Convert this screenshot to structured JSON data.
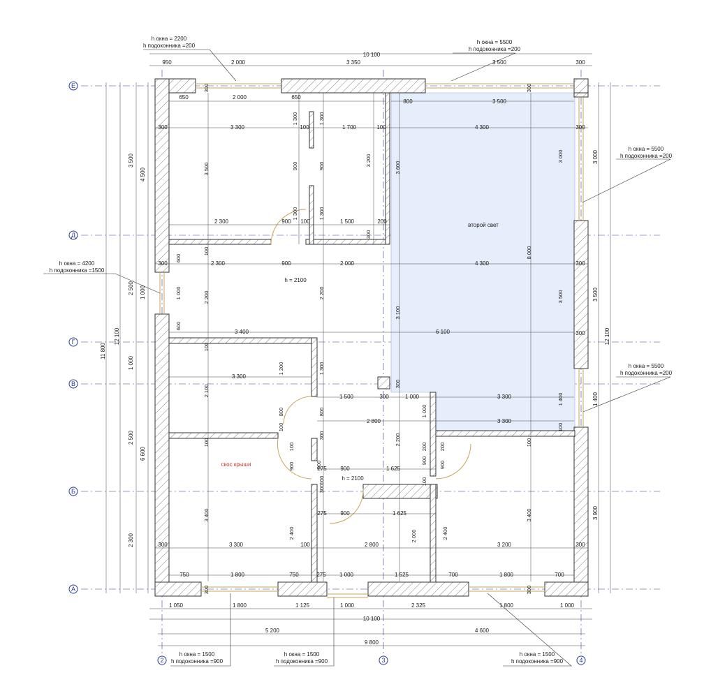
{
  "colors": {
    "wall_hatch": "#555555",
    "dimension": "#333333",
    "axis": "#2b3c9c",
    "window": "#c9a45c",
    "second_light_fill": "#e6eefb",
    "roof_slope_label": "#c0392b"
  },
  "axes": {
    "rows": [
      "Е",
      "Д",
      "Г",
      "В",
      "Б",
      "А"
    ],
    "cols": [
      "2",
      "3",
      "4"
    ]
  },
  "windows": {
    "top_left": {
      "h": "h окна = 2200",
      "sill": "h подоконника =200"
    },
    "top_right": {
      "h": "h окна = 5500",
      "sill": "h подоконника =200"
    },
    "right_upper": {
      "h": "h окна = 5500",
      "sill": "h подоконника =200"
    },
    "right_lower": {
      "h": "h окна = 5500",
      "sill": "h подоконника =200"
    },
    "left": {
      "h": "h окна = 4200",
      "sill": "h подоконника =1500"
    },
    "bottom_left": {
      "h": "h окна = 1500",
      "sill": "h подоконника =900"
    },
    "bottom_mid": {
      "h": "h окна = 1500",
      "sill": "h подоконника =900"
    },
    "bottom_right": {
      "h": "h окна = 1500",
      "sill": "h подоконника =900"
    }
  },
  "notes": {
    "second_light": "второй свет",
    "roof_slope": "скос крыши",
    "door_h_upper": "h = 2100",
    "door_h_lower": "h = 2100"
  },
  "dims_top": {
    "total": "10 100",
    "d950": "950",
    "d2000": "2 000",
    "d3350": "3 350",
    "d3500": "3 500",
    "d300": "300"
  },
  "dims_bottom": {
    "d1050": "1 050",
    "d1800a": "1 800",
    "d1125": "1 125",
    "d1000a": "1 000",
    "d2325": "2 325",
    "d1800b": "1 800",
    "d1000b": "1 000",
    "total": "10 100",
    "d5200": "5 200",
    "d4600": "4 600",
    "d9800": "9 800"
  },
  "dims_left": {
    "d3500": "3 500",
    "d4500": "4 500",
    "d2500a": "2 500",
    "d1000": "1 000",
    "d1000b": "1 000",
    "d2500b": "2 500",
    "d2300": "2 300",
    "d6600": "6 600",
    "d12100": "12 100",
    "d11800": "11 800"
  },
  "dims_right": {
    "d3000": "3 000",
    "d3500": "3 500",
    "d1400": "1 400",
    "d3900": "3 900",
    "d12100": "12 100"
  },
  "interior": {
    "i650a": "650",
    "i2000a": "2 000",
    "i650b": "650",
    "i800": "800",
    "i3500": "3 500",
    "i300a": "300",
    "i3300a": "3 300",
    "i100a": "100",
    "i1700": "1 700",
    "i100b": "100",
    "i4300a": "4 300",
    "i300b": "300",
    "v1300a": "1 300",
    "v1300b": "1 300",
    "v3500": "3 500",
    "v900a": "900",
    "v900b": "900",
    "v3200": "3 200",
    "v3600": "3 600",
    "v3000": "3 000",
    "v1300c": "1 300",
    "v1300d": "1 300",
    "i2300a": "2 300",
    "i900a": "900",
    "i100c": "100",
    "i1500a": "1 500",
    "i200": "200",
    "v300a": "300",
    "i300c": "300",
    "i2300b": "2 300",
    "i900b": "900",
    "i2000b": "2 000",
    "i4300b": "4 300",
    "i300d": "300",
    "v600a": "600",
    "v100a": "100",
    "v8000": "8 000",
    "v1000": "1 000",
    "v2200a": "2 200",
    "v2200b": "2 200",
    "v3100": "3 100",
    "v3500b": "3 500",
    "v600b": "600",
    "i3400a": "3 400",
    "i6100": "6 100",
    "i300e": "300",
    "v100b": "100",
    "v1200": "1 200",
    "v1300e": "1 300",
    "i3300b": "3 300",
    "v300b": "300",
    "i1500b": "1 500",
    "i300f": "300",
    "i1000a": "1 000",
    "i3300c": "3 300",
    "v2100": "2 100",
    "v800a": "800",
    "v800b": "800",
    "v1000b": "1 000",
    "v1400": "1 400",
    "i2800a": "2 800",
    "i3300d": "3 300",
    "v100c": "100",
    "v100d": "100",
    "v100e": "100",
    "v100f": "100",
    "v300c": "300",
    "v2200c": "2 200",
    "v200a": "200",
    "v200b": "200",
    "v100g": "100",
    "v900c": "900",
    "v900d": "900",
    "v900e": "900",
    "v900f": "900",
    "i275a": "275",
    "i900c": "900",
    "i1625a": "1 625",
    "v100h": "100",
    "v100i": "100",
    "i275b": "275",
    "i900d": "900",
    "i1625b": "1 625",
    "v3400a": "3 400",
    "v3400b": "3 400",
    "v2400a": "2 400",
    "v2000": "2 000",
    "v2400b": "2 400",
    "i300g": "300",
    "i3300e": "3 300",
    "i100d": "100",
    "i2800b": "2 800",
    "i3200": "3 200",
    "i300h": "300",
    "i750a": "750",
    "i1800a": "1 800",
    "i750b": "750",
    "i275c": "275",
    "i1000b": "1 000",
    "i1525": "1 525",
    "i700a": "700",
    "i1800b": "1 800",
    "i700b": "700",
    "v300d": "300",
    "v300e": "300",
    "v300f": "300",
    "v300g": "300",
    "v300h": "300"
  }
}
